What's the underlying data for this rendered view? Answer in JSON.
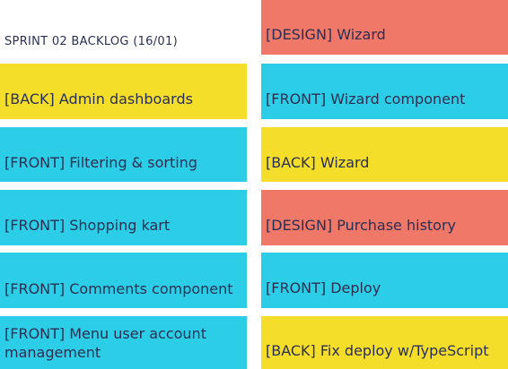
{
  "backlog": {
    "title": "SPRINT 02 BACKLOG (16/01)"
  },
  "cards": [
    {
      "label": "[DESIGN] Wizard",
      "color": "#f07869",
      "tag": "DESIGN"
    },
    {
      "label": "[BACK] Admin dashboards",
      "color": "#f5de29",
      "tag": "BACK"
    },
    {
      "label": "[FRONT] Wizard component",
      "color": "#2ccde7",
      "tag": "FRONT"
    },
    {
      "label": "[FRONT] Filtering & sorting",
      "color": "#2ccde7",
      "tag": "FRONT"
    },
    {
      "label": "[BACK] Wizard",
      "color": "#f5de29",
      "tag": "BACK"
    },
    {
      "label": "[FRONT] Shopping kart",
      "color": "#2ccde7",
      "tag": "FRONT"
    },
    {
      "label": "[DESIGN] Purchase history",
      "color": "#f07869",
      "tag": "DESIGN"
    },
    {
      "label": "[FRONT] Comments component",
      "color": "#2ccde7",
      "tag": "FRONT"
    },
    {
      "label": "[FRONT] Deploy",
      "color": "#2ccde7",
      "tag": "FRONT"
    },
    {
      "label": "[FRONT] Menu user account management",
      "color": "#2ccde7",
      "tag": "FRONT"
    },
    {
      "label": "[BACK] Fix deploy w/TypeScript",
      "color": "#f5de29",
      "tag": "BACK"
    }
  ]
}
